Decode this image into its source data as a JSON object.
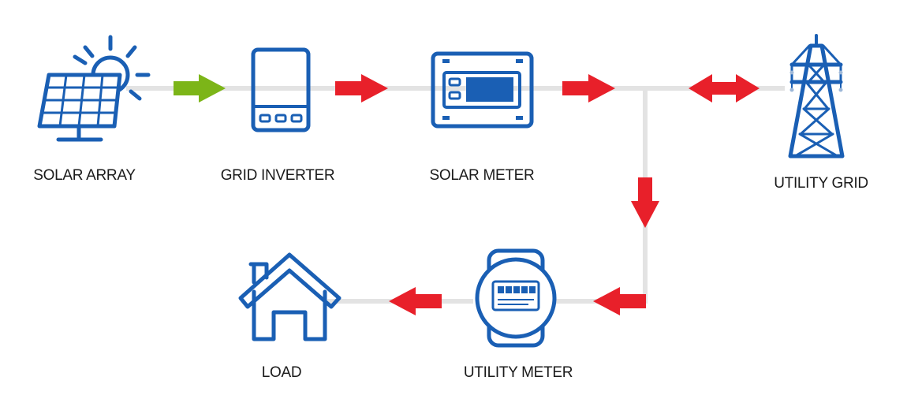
{
  "nodes": {
    "solar_array": {
      "label": "SOLAR ARRAY",
      "icon": "solar-panel-icon"
    },
    "grid_inverter": {
      "label": "GRID INVERTER",
      "icon": "inverter-icon"
    },
    "solar_meter": {
      "label": "SOLAR METER",
      "icon": "meter-icon"
    },
    "utility_grid": {
      "label": "UTILITY GRID",
      "icon": "transmission-tower-icon"
    },
    "utility_meter": {
      "label": "UTILITY METER",
      "icon": "round-meter-icon"
    },
    "load": {
      "label": "LOAD",
      "icon": "house-icon"
    }
  },
  "colors": {
    "icon": "#1a5fb4",
    "arrow_red": "#e8202a",
    "arrow_green": "#7cb518",
    "line": "#e3e3e3",
    "text": "#1a1a1a"
  }
}
